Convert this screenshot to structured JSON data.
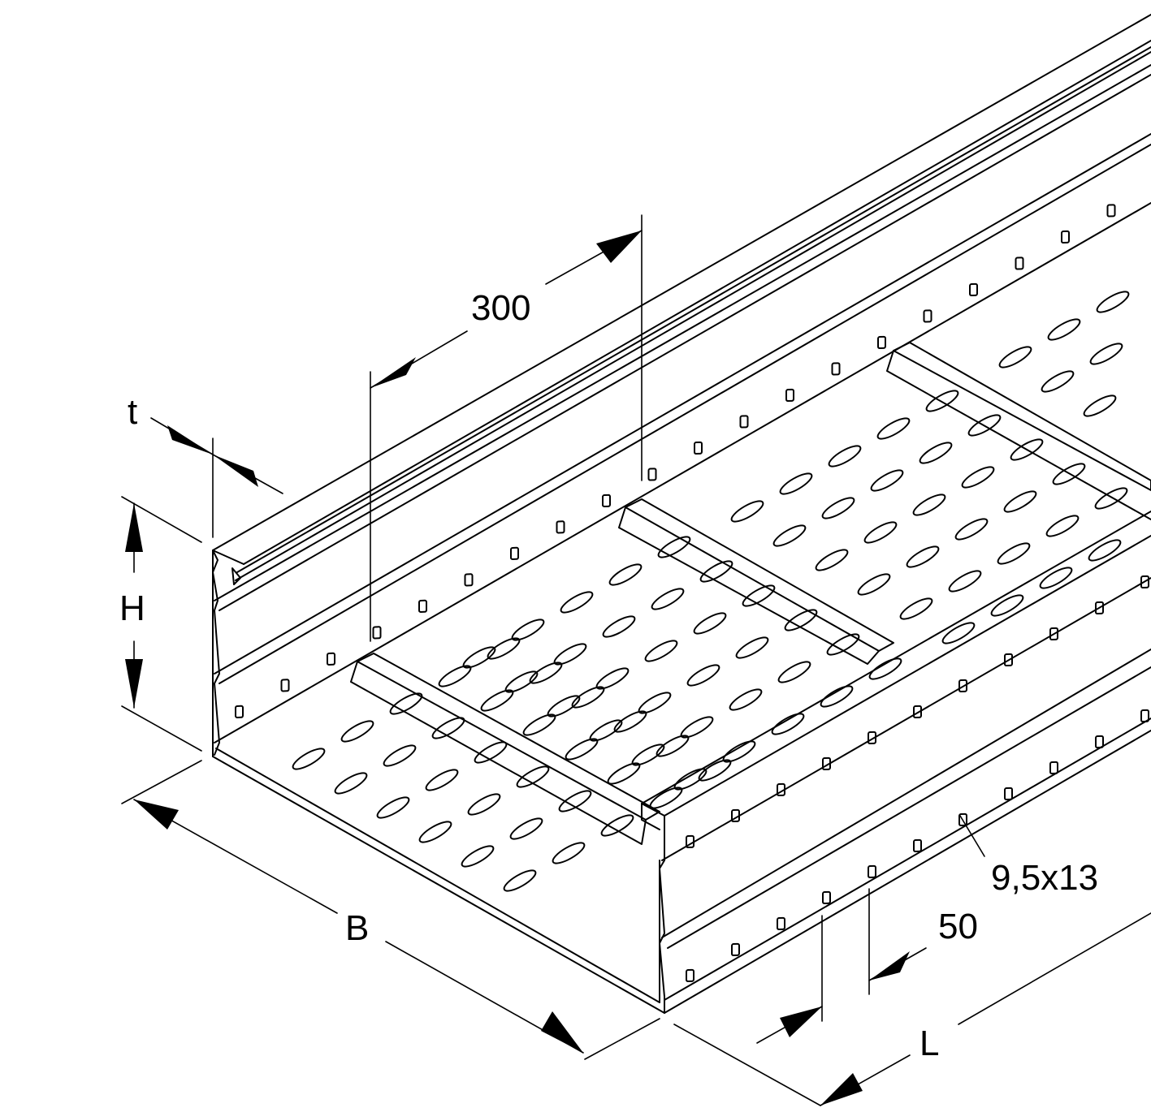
{
  "labels": {
    "spacing": "300",
    "thickness": "t",
    "height": "H",
    "width": "B",
    "hole_size": "9,5x13",
    "hole_pitch": "50",
    "length": "L"
  },
  "colors": {
    "line": "#000000",
    "background": "#ffffff"
  }
}
